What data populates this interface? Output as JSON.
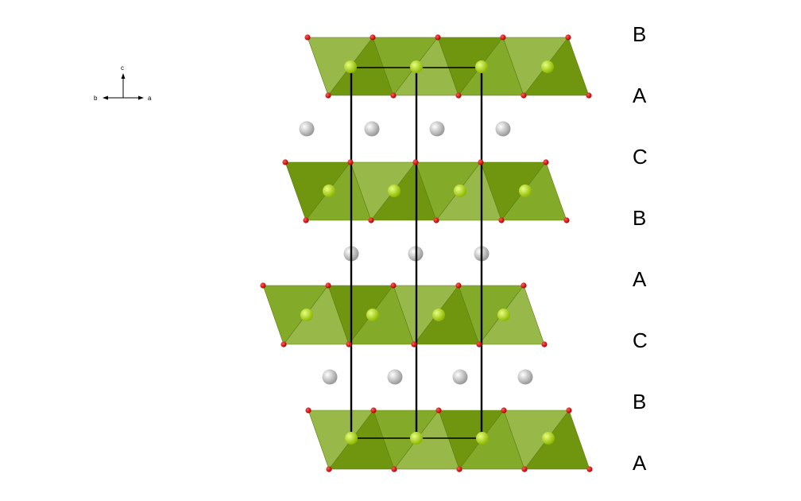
{
  "axes": {
    "up": "c",
    "left": "b",
    "right": "a"
  },
  "stacking_labels": [
    "B",
    "A",
    "C",
    "B",
    "A",
    "C",
    "B",
    "A"
  ],
  "colors": {
    "polyhedron_light": "#98b94a",
    "polyhedron_mid": "#84aa2a",
    "polyhedron_dark": "#6f960e",
    "edge": "#5d7f12",
    "metal_atom": "#a8d600",
    "oxygen_atom": "#dd0000",
    "interlayer_atom": "#dcdcdc",
    "cell_edge": "#000000"
  }
}
